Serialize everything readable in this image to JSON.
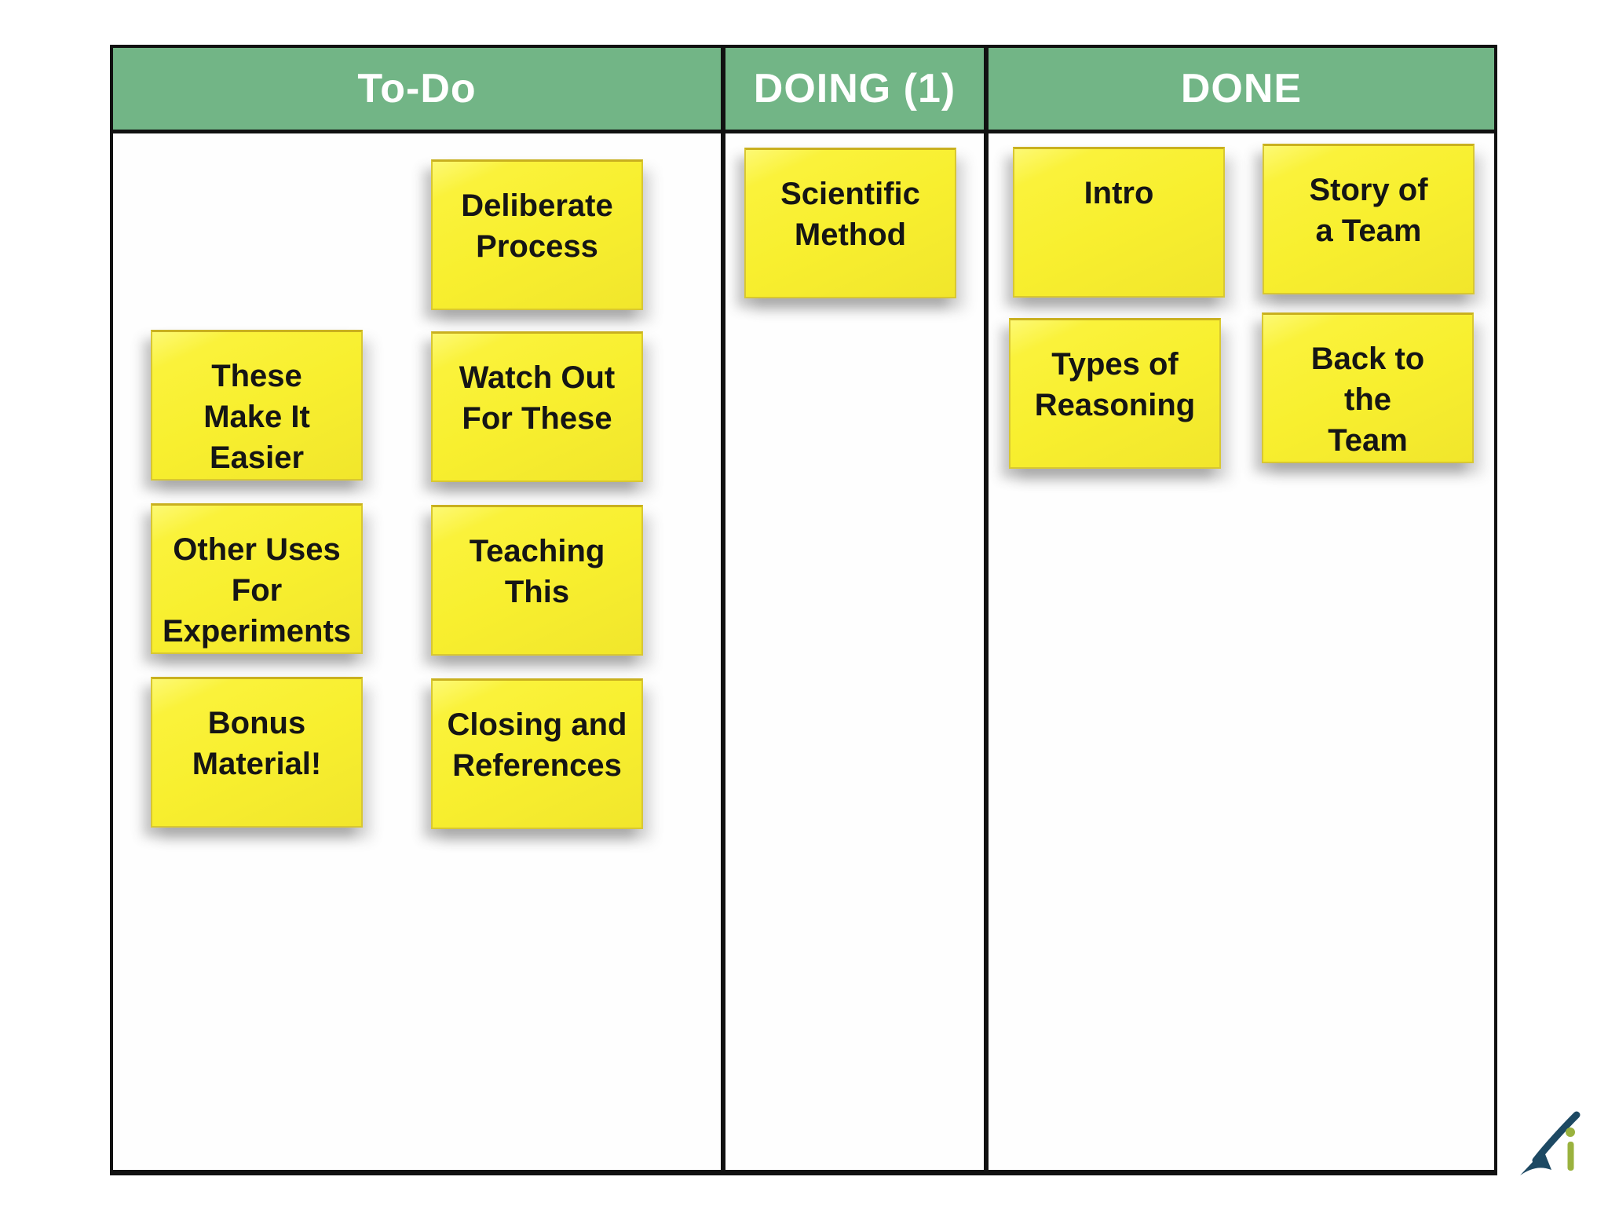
{
  "board": {
    "columns": [
      {
        "id": "todo",
        "header": "To-Do",
        "notes": [
          {
            "text": "Deliberate\nProcess"
          },
          {
            "text": "These\nMake It\nEasier"
          },
          {
            "text": "Watch Out\nFor These"
          },
          {
            "text": "Other Uses\nFor\nExperiments"
          },
          {
            "text": "Teaching\nThis"
          },
          {
            "text": "Bonus\nMaterial!"
          },
          {
            "text": "Closing and\nReferences"
          }
        ]
      },
      {
        "id": "doing",
        "header": "DOING (1)",
        "notes": [
          {
            "text": "Scientific\nMethod"
          }
        ]
      },
      {
        "id": "done",
        "header": "DONE",
        "notes": [
          {
            "text": "Intro"
          },
          {
            "text": "Story of\na Team"
          },
          {
            "text": "Types of\nReasoning"
          },
          {
            "text": "Back to\nthe\nTeam"
          }
        ]
      }
    ]
  },
  "colors": {
    "header_green": "#72b586",
    "note_yellow": "#f8ef2f",
    "border_black": "#111111",
    "logo_navy": "#1d4963",
    "logo_green": "#9ab23e"
  },
  "logo": {
    "name": "angle-i-logo"
  }
}
